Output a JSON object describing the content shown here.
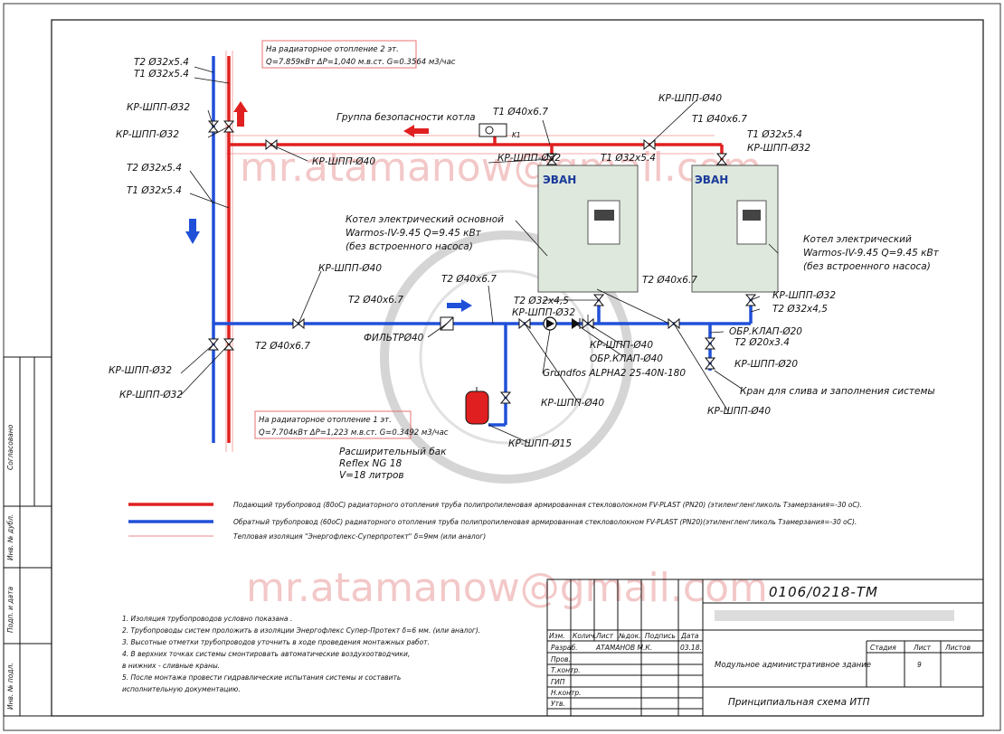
{
  "top_box": {
    "line1": "На радиаторное отопление 2 эт.",
    "line2": "Q=7.859кВт ΔP=1,040 м.в.ст. G=0.3564 м3/час"
  },
  "bottom_box": {
    "line1": "На радиаторное отопление 1 эт.",
    "line2": "Q=7.704кВт ΔP=1,223 м.в.ст. G=0.3492 м3/час"
  },
  "labels": {
    "t2_32_top": "Т2 Ø32x5.4",
    "t1_32_top": "Т1 Ø32x5.4",
    "kr_shpp_32_a": "КР-ШПП-Ø32",
    "kr_shpp_32_b": "КР-ШПП-Ø32",
    "t2_32_mid": "Т2 Ø32x5.4",
    "t1_32_mid": "Т1 Ø32x5.4",
    "kr_shpp_32_c": "КР-ШПП-Ø32",
    "kr_shpp_32_d": "КР-ШПП-Ø32",
    "safety_group": "Группа безопасности котла",
    "kr_shpp_40_upper": "КР-ШПП-Ø40",
    "t1_40_a": "Т1 Ø40x6.7",
    "kr_shpp_40_right": "КР-ШПП-Ø40",
    "t1_40_b": "Т1 Ø40x6.7",
    "t1_32_right": "Т1 Ø32x5.4",
    "kr_shpp_32_right": "КР-ШПП-Ø32",
    "kr_shpp_32_boiler1": "КР-ШПП-Ø32",
    "t1_32_boiler1": "Т1 Ø32x5.4",
    "boiler1_line1": "Котел электрический основной",
    "boiler1_line2": "Warmos-IV-9.45  Q=9.45 кВт",
    "boiler1_line3": "(без встроенного насоса)",
    "boiler2_line1": "Котел электрический",
    "boiler2_line2": "Warmos-IV-9.45   Q=9.45  кВт",
    "boiler2_line3": "(без встроенного насоса)",
    "brand": "ЭВАН",
    "kr_shpp_40_return": "КР-ШПП-Ø40",
    "t2_40_a": "Т2 Ø40x6.7",
    "t2_40_b": "Т2 Ø40x6.7",
    "t2_40_c": "Т2 Ø40x6.7",
    "t2_40_d": "Т2 Ø40x6.7",
    "t2_32_45": "Т2 Ø32x4,5",
    "kr_shpp_32_pump": "КР-ШПП-Ø32",
    "filter": "ФИЛЬТРØ40",
    "kr_shpp_40_pump": "КР-ШПП-Ø40",
    "check_valve_40": "ОБР.КЛАП-Ø40",
    "pump": "Grundfos ALPHA2 25-40N-180",
    "kr_shpp_40_tank": "КР-ШПП-Ø40",
    "kr_shpp_32_b2": "КР-ШПП-Ø32",
    "t2_32_45_b2": "Т2 Ø32x4,5",
    "check_valve_20": "ОБР.КЛАП-Ø20",
    "t2_20": "Т2 Ø20x3.4",
    "kr_shpp_20": "КР-ШПП-Ø20",
    "drain_fill": "Кран для слива и заполнения системы",
    "kr_shpp_40_drain": "КР-ШПП-Ø40",
    "tank_line1": "Расширительный бак",
    "tank_line2": "Reflex NG 18",
    "tank_line3": "V=18 литров",
    "kr_shpp_15": "КР-ШПП-Ø15"
  },
  "legend": [
    {
      "color": "#e02020",
      "text": "Подающий трубопровод (80оС) радиаторного отопления     труба полипропиленовая армированная стекловолокном FV-PLAST (PN20) (этиленгленгликоль Тзамерзания=-30 оС)."
    },
    {
      "color": "#2050d8",
      "text": "Обратный трубопровод (60оС) радиаторного отопления   труба полипропиленовая армированная стекловолокном FV-PLAST (PN20)(этиленгленгликоль Тзамерзания=-30 оС)."
    },
    {
      "color": "#f0a0a0",
      "text": "Тепловая изоляция \"Энергофлекс-Суперпротект\" δ=9мм (или аналог)"
    }
  ],
  "notes": [
    "1. Изоляция трубопроводов условно показана .",
    "2. Трубопроводы систем  проложить в изоляции Энергофлекс Супер-Протект δ=6 мм. (или аналог).",
    "3. Высотные отметки трубопроводов уточнить в ходе проведения монтажных работ.",
    "4. В верхних точках системы  смонтировать автоматические воздухоотводчики,",
    "в нижних - сливные краны.",
    "5. После монтажа провести гидравлические испытания системы и составить",
    "исполнительную документацию."
  ],
  "watermark": "mr.atamanow@gmail.com",
  "side_stamp": [
    "Согласовано",
    "Инв. № дубл.",
    "Подп. и дата",
    "Инв. № подл."
  ],
  "title_block": {
    "code": "0106/0218-ТМ",
    "headers": [
      "Изм.",
      "Колич.",
      "Лист",
      "№док.",
      "Подпись",
      "Дата"
    ],
    "roles": [
      "Разраб.",
      "Пров.",
      "Т.контр.",
      "ГИП",
      "Н.контр.",
      "Утв."
    ],
    "developer": "АТАМАНОВ М.К.",
    "date": "03.18.",
    "building": "Модульное административное здание",
    "drawing": "Принципиальная схема ИТП",
    "stage_h": "Стадия",
    "sheet_h": "Лист",
    "sheets_h": "Листов",
    "sheet_no": "9"
  }
}
